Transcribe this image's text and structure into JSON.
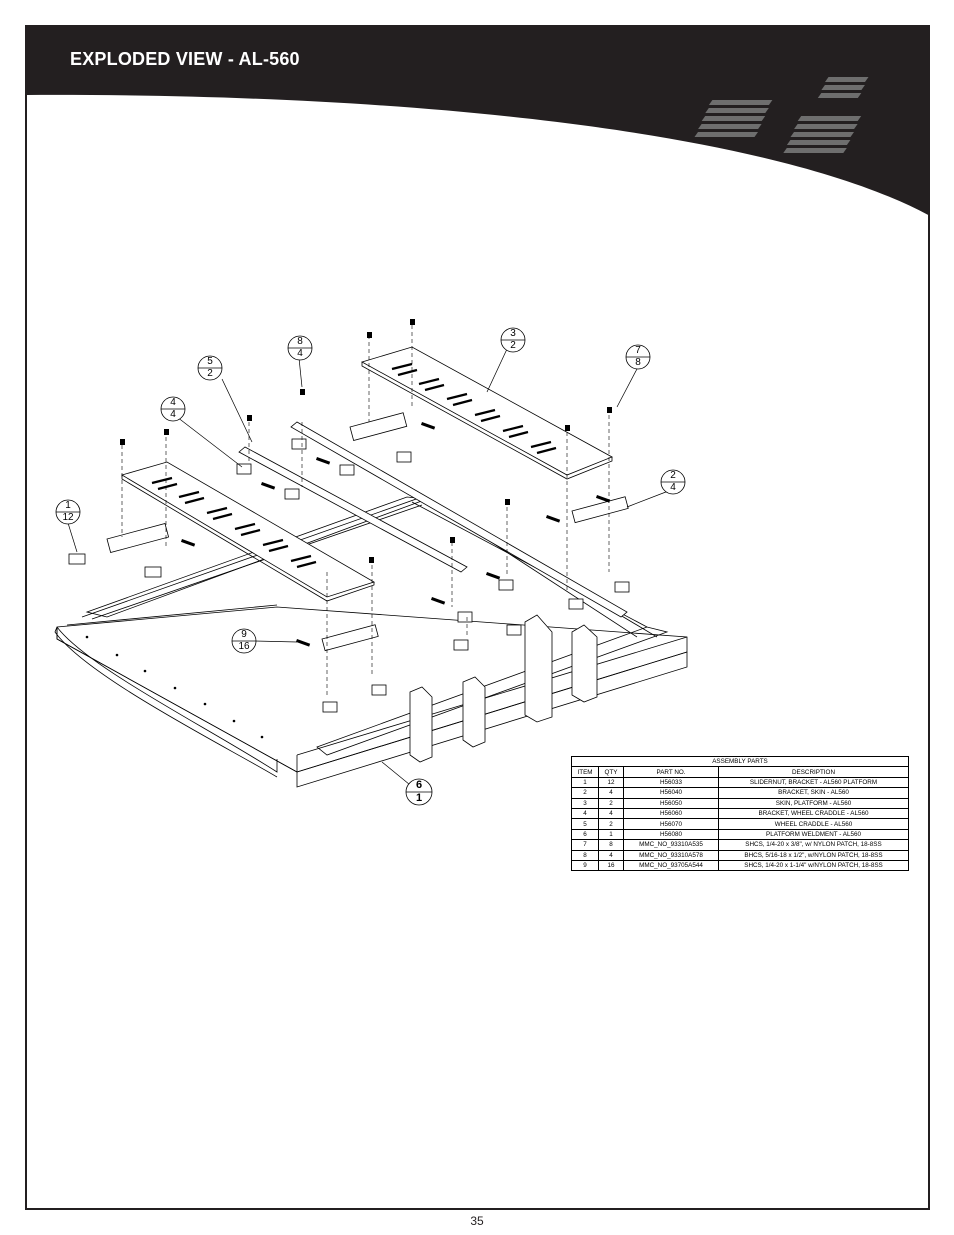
{
  "header": {
    "title": "EXPLODED VIEW - AL-560",
    "background_color": "#231f20",
    "logo_icon": "striped-logo-icon"
  },
  "callouts": [
    {
      "item": "1",
      "qty": "12"
    },
    {
      "item": "2",
      "qty": "4"
    },
    {
      "item": "3",
      "qty": "2"
    },
    {
      "item": "4",
      "qty": "4"
    },
    {
      "item": "5",
      "qty": "2"
    },
    {
      "item": "6",
      "qty": "1"
    },
    {
      "item": "7",
      "qty": "8"
    },
    {
      "item": "8",
      "qty": "4"
    },
    {
      "item": "9",
      "qty": "16"
    }
  ],
  "parts_table": {
    "title": "ASSEMBLY PARTS",
    "columns": [
      "ITEM",
      "QTY",
      "PART NO.",
      "DESCRIPTION"
    ],
    "rows": [
      {
        "item": "1",
        "qty": "12",
        "part_no": "H56033",
        "description": "SLIDERNUT, BRACKET - AL560 PLATFORM"
      },
      {
        "item": "2",
        "qty": "4",
        "part_no": "H56040",
        "description": "BRACKET, SKIN - AL560"
      },
      {
        "item": "3",
        "qty": "2",
        "part_no": "H56050",
        "description": "SKIN, PLATFORM - AL560"
      },
      {
        "item": "4",
        "qty": "4",
        "part_no": "H56060",
        "description": "BRACKET, WHEEL CRADDLE - AL560"
      },
      {
        "item": "5",
        "qty": "2",
        "part_no": "H56070",
        "description": "WHEEL CRADDLE - AL560"
      },
      {
        "item": "6",
        "qty": "1",
        "part_no": "H56080",
        "description": "PLATFORM WELDMENT - AL560"
      },
      {
        "item": "7",
        "qty": "8",
        "part_no": "MMC_NO_93310A535",
        "description": "SHCS, 1/4-20 x 3/8\", w/ NYLON PATCH, 18-8SS"
      },
      {
        "item": "8",
        "qty": "4",
        "part_no": "MMC_NO_93310A578",
        "description": "BHCS, 5/16-18 x 1/2\", w/NYLON PATCH, 18-8SS"
      },
      {
        "item": "9",
        "qty": "16",
        "part_no": "MMC_NO_93705A544",
        "description": "SHCS, 1/4-20 x 1-1/4\" w/NYLON PATCH, 18-8SS"
      }
    ]
  },
  "footer": {
    "page_number": "35"
  }
}
